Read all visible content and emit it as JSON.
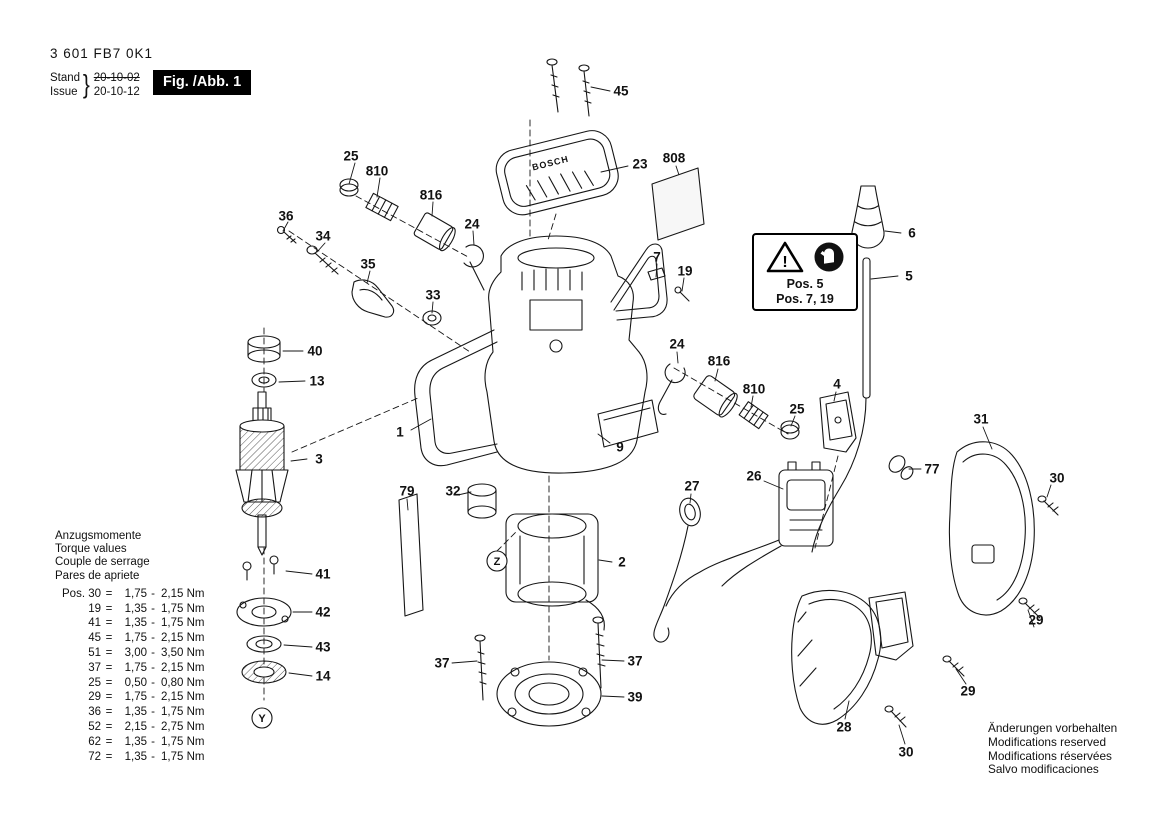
{
  "header": {
    "model": "3 601 FB7 0K1",
    "stand_label": "Stand",
    "stand_date": "20-10-02",
    "issue_label": "Issue",
    "issue_date": "20-10-12",
    "brace": "}",
    "fig_label": "Fig. /Abb. 1"
  },
  "diagram": {
    "brand": "BOSCH",
    "symbol_z": "Z",
    "symbol_y": "Y"
  },
  "warning": {
    "pos_line1": "Pos. 5",
    "pos_line2": "Pos. 7, 19"
  },
  "parts": [
    "25",
    "810",
    "816",
    "24",
    "45",
    "23",
    "808",
    "36",
    "34",
    "35",
    "33",
    "7",
    "19",
    "6",
    "5",
    "40",
    "13",
    "3",
    "1",
    "9",
    "24",
    "816",
    "810",
    "25",
    "4",
    "31",
    "30",
    "77",
    "79",
    "32",
    "2",
    "27",
    "26",
    "41",
    "42",
    "43",
    "14",
    "37",
    "37",
    "39",
    "29",
    "29",
    "28",
    "30"
  ],
  "torque": {
    "title_lines": [
      "Anzugsmomente",
      "Torque values",
      "Couple de serrage",
      "Pares de apriete"
    ],
    "eq": "=",
    "dash": "-",
    "rows": [
      {
        "pos": "Pos. 30",
        "v1": "1,75",
        "v2": "2,15 Nm"
      },
      {
        "pos": "19",
        "v1": "1,35",
        "v2": "1,75 Nm"
      },
      {
        "pos": "41",
        "v1": "1,35",
        "v2": "1,75 Nm"
      },
      {
        "pos": "45",
        "v1": "1,75",
        "v2": "2,15 Nm"
      },
      {
        "pos": "51",
        "v1": "3,00",
        "v2": "3,50 Nm"
      },
      {
        "pos": "37",
        "v1": "1,75",
        "v2": "2,15 Nm"
      },
      {
        "pos": "25",
        "v1": "0,50",
        "v2": "0,80 Nm"
      },
      {
        "pos": "29",
        "v1": "1,75",
        "v2": "2,15 Nm"
      },
      {
        "pos": "36",
        "v1": "1,35",
        "v2": "1,75 Nm"
      },
      {
        "pos": "52",
        "v1": "2,15",
        "v2": "2,75 Nm"
      },
      {
        "pos": "62",
        "v1": "1,35",
        "v2": "1,75 Nm"
      },
      {
        "pos": "72",
        "v1": "1,35",
        "v2": "1,75 Nm"
      }
    ]
  },
  "footer": {
    "lines": [
      "Änderungen vorbehalten",
      "Modifications reserved",
      "Modifications réservées",
      "Salvo modificaciones"
    ]
  }
}
